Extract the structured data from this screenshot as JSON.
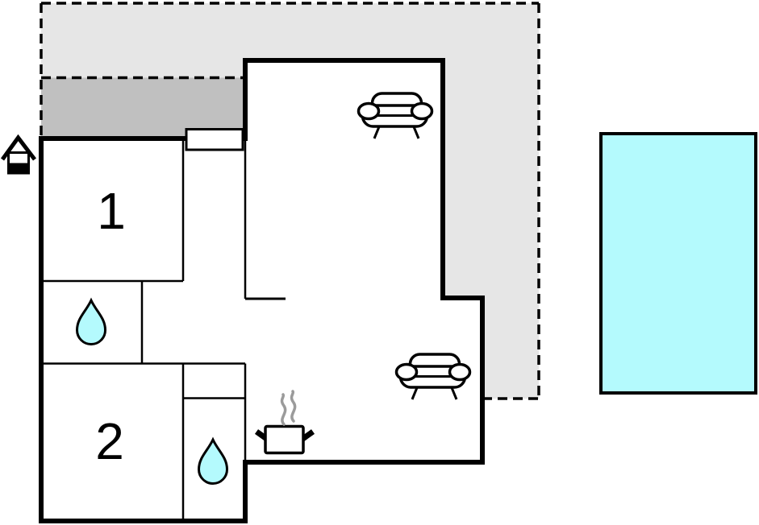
{
  "floor_plan": {
    "room_labels": {
      "room1": "1",
      "room2": "2"
    },
    "colors": {
      "water": "#b4fafd",
      "pool": "#b4fafd",
      "terrace": "#e6e6e6",
      "covered_terrace": "#c0c0c0",
      "walls": "#000000",
      "steam": "#9b9b9b",
      "background": "#ffffff"
    },
    "icons": {
      "entrance": "house-entrance-icon",
      "window": "window-opening",
      "bathroom_1": "water-drop-icon",
      "bathroom_2": "water-drop-icon",
      "living_area_sofa_1": "sofa-icon",
      "living_area_sofa_2": "sofa-icon",
      "kitchen": "cooking-pot-steam-icon",
      "pool": "swimming-pool-area",
      "terrace": "open-terrace-dashed-area",
      "covered_terrace": "covered-terrace-area"
    }
  }
}
